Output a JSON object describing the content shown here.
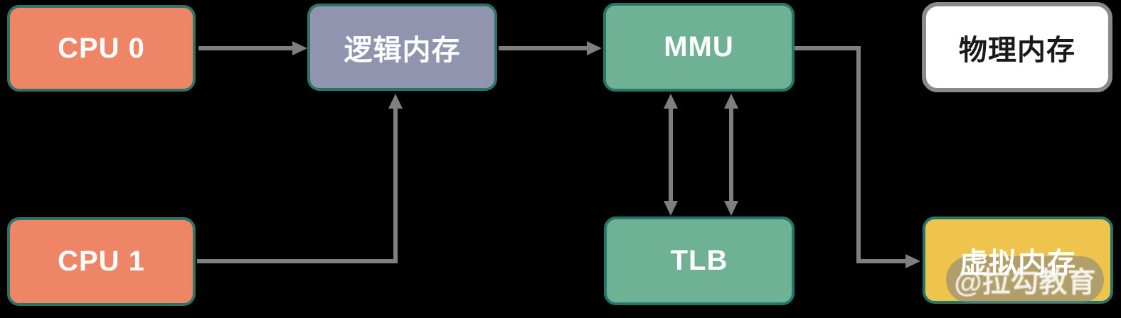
{
  "diagram": {
    "background": "#000000",
    "arrow_color": "#7F7F7F",
    "nodes": {
      "cpu0": {
        "label": "CPU 0",
        "fill": "#ED8566",
        "border": "#2A7468",
        "text_color": "#FFFFFF"
      },
      "cpu1": {
        "label": "CPU 1",
        "fill": "#ED8566",
        "border": "#2A7468",
        "text_color": "#FFFFFF"
      },
      "logical_memory": {
        "label": "逻辑内存",
        "fill": "#9094AF",
        "border": "#2A7468",
        "text_color": "#FFFFFF"
      },
      "mmu": {
        "label": "MMU",
        "fill": "#6FB195",
        "border": "#26756A",
        "text_color": "#FFFFFF"
      },
      "tlb": {
        "label": "TLB",
        "fill": "#6FB195",
        "border": "#26756A",
        "text_color": "#FFFFFF"
      },
      "physical_memory": {
        "label": "物理内存",
        "fill": "#FFFFFF",
        "border": "#8A8A8A",
        "text_color": "#1A1A1A"
      },
      "virtual_memory": {
        "label": "虚拟内存",
        "fill": "#EEC44D",
        "border": "#26756A",
        "text_color": "#FFFFFF"
      }
    },
    "edges": [
      {
        "from": "cpu0",
        "to": "logical_memory",
        "direction": "one-way"
      },
      {
        "from": "cpu1",
        "to": "logical_memory",
        "direction": "one-way"
      },
      {
        "from": "logical_memory",
        "to": "mmu",
        "direction": "one-way"
      },
      {
        "from": "mmu",
        "to": "tlb",
        "direction": "two-way"
      },
      {
        "from": "mmu",
        "to": "tlb",
        "direction": "two-way"
      },
      {
        "from": "mmu",
        "to": "virtual_memory",
        "direction": "one-way"
      }
    ]
  },
  "watermark": {
    "text": "@拉勾教育"
  }
}
